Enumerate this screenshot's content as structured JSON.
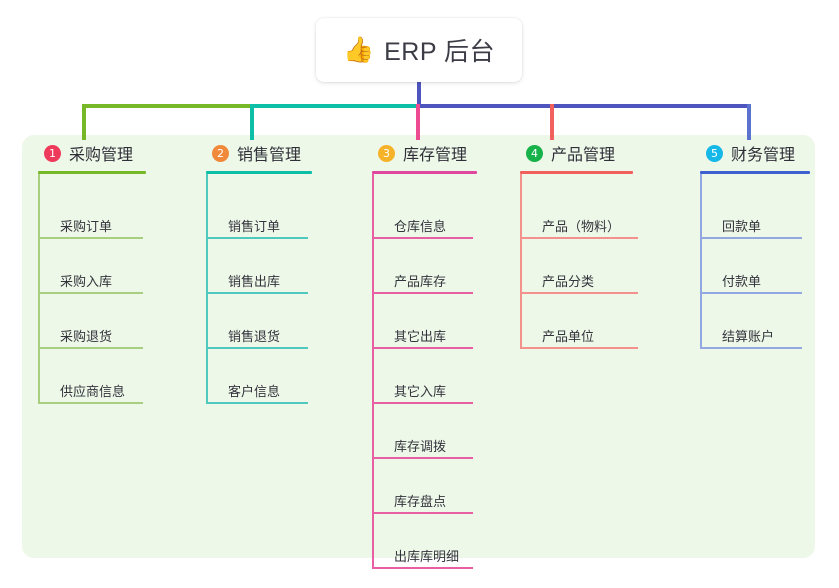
{
  "title": {
    "icon": "thumbs-up-icon",
    "emoji": "👍",
    "text": "ERP 后台"
  },
  "palette": {
    "page_background": "#ffffff",
    "panel_background": "#eef8e9",
    "stem": "#4f55bf",
    "bus_green": "#76b828",
    "bus_teal": "#0ebfa8",
    "bus_purple": "#4f55bf"
  },
  "columns": [
    {
      "number": "1",
      "title": "采购管理",
      "badge_color": "#ef3b5b",
      "rule_color": "#76b828",
      "line_color": "#a8cf7f",
      "drop_color": "#76b828",
      "items": [
        "采购订单",
        "采购入库",
        "采购退货",
        "供应商信息"
      ]
    },
    {
      "number": "2",
      "title": "销售管理",
      "badge_color": "#f0893a",
      "rule_color": "#0ebfa8",
      "line_color": "#4fc8bd",
      "drop_color": "#0ebfa8",
      "items": [
        "销售订单",
        "销售出库",
        "销售退货",
        "客户信息"
      ]
    },
    {
      "number": "3",
      "title": "库存管理",
      "badge_color": "#f6b32a",
      "rule_color": "#e0479f",
      "line_color": "#e85fa4",
      "drop_color": "#ee4a91",
      "items": [
        "仓库信息",
        "产品库存",
        "其它出库",
        "其它入库",
        "库存调拨",
        "库存盘点",
        "出库库明细"
      ]
    },
    {
      "number": "4",
      "title": "产品管理",
      "badge_color": "#18b24b",
      "rule_color": "#f1605c",
      "line_color": "#f4918c",
      "drop_color": "#f1605c",
      "items": [
        "产品（物料）",
        "产品分类",
        "产品单位"
      ]
    },
    {
      "number": "5",
      "title": "财务管理",
      "badge_color": "#16b8e8",
      "rule_color": "#3d5fd0",
      "line_color": "#93a8e0",
      "drop_color": "#5b72cf",
      "items": [
        "回款单",
        "付款单",
        "结算账户"
      ]
    }
  ]
}
